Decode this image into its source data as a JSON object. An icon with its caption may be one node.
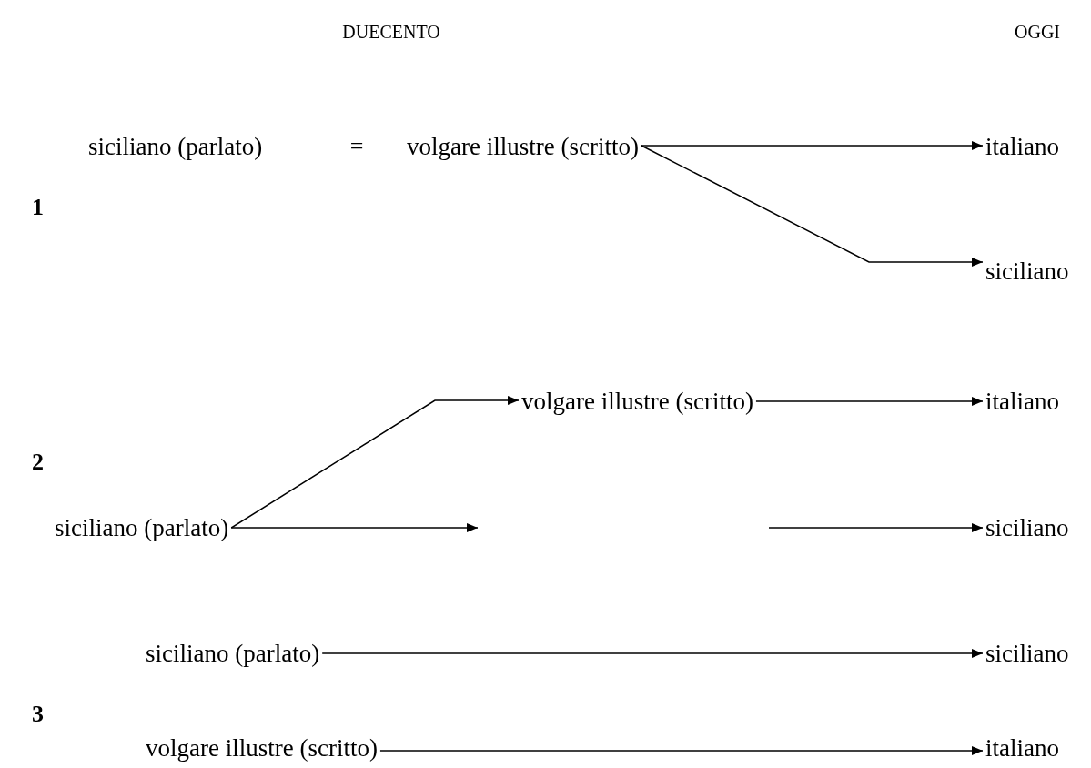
{
  "diagram": {
    "nodes": [
      {
        "text": [
          "siciliano (parlato)"
        ]
      },
      {
        "text": [
          "volgare illustre (scritto)"
        ]
      },
      {
        "text": [
          "italiano"
        ]
      },
      {
        "text": [
          "siciliano"
        ]
      },
      {
        "text": [
          "volgare illustre (scritto)"
        ]
      },
      {
        "text": [
          "italiano"
        ]
      },
      {
        "text": [
          "siciliano (parlato)"
        ]
      },
      {
        "text": [
          "siciliano"
        ]
      },
      {
        "text": [
          "siciliano (parlato)"
        ]
      },
      {
        "text": [
          "siciliano"
        ]
      },
      {
        "text": [
          "volgare illustre (scritto)"
        ]
      },
      {
        "text": [
          "italiano"
        ]
      }
    ],
    "edges": [
      {
        "from": 1,
        "to": 2,
        "arrow": "to"
      },
      {
        "from": 1,
        "to": 3,
        "arrow": "to"
      },
      {
        "from": 6,
        "to": 4,
        "arrow": "to"
      },
      {
        "from": 4,
        "to": 5,
        "arrow": "to"
      },
      {
        "from": 6,
        "to": null,
        "arrow": "to"
      },
      {
        "from": null,
        "to": 7,
        "arrow": "to"
      },
      {
        "from": 8,
        "to": 9,
        "arrow": "to"
      },
      {
        "from": 10,
        "to": 11,
        "arrow": "to"
      }
    ],
    "labels": [
      "DUECENTO",
      "OGGI",
      "=",
      "1",
      "2",
      "3"
    ]
  }
}
